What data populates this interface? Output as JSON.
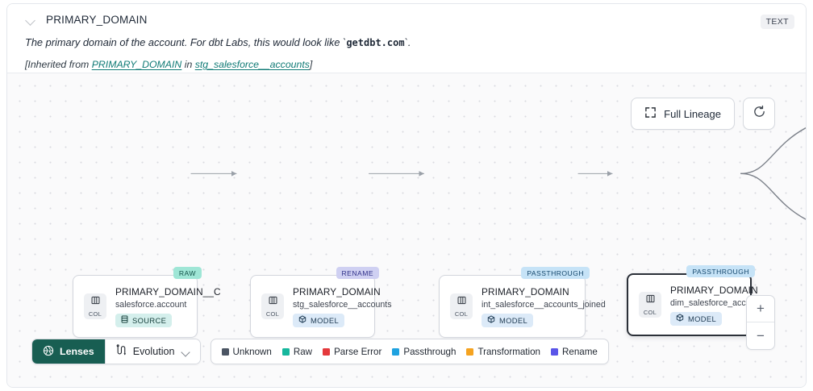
{
  "header": {
    "collapse_icon": "chevron-down-icon",
    "title": "PRIMARY_DOMAIN",
    "type_badge": "TEXT",
    "description_prefix": "The primary domain of the account. For dbt Labs, this would look like `",
    "description_code": "getdbt.com",
    "description_suffix": "`.",
    "inherited_prefix": "[Inherited from ",
    "inherited_link": "PRIMARY_DOMAIN",
    "inherited_mid": " in ",
    "inherited_link2": "stg_salesforce__accounts",
    "inherited_suffix": "]"
  },
  "controls": {
    "full_lineage_label": "Full Lineage",
    "full_lineage_icon": "expand-icon",
    "refresh_icon": "refresh-icon",
    "zoom_in": "+",
    "zoom_out": "−"
  },
  "graph": {
    "nodes": [
      {
        "tag": "RAW",
        "tag_style": "raw",
        "chip_label": "COL",
        "title": "PRIMARY_DOMAIN__C",
        "subtitle": "salesforce.account",
        "kind": "SOURCE",
        "kind_icon": "database-icon",
        "kind_style": "source",
        "selected": false
      },
      {
        "tag": "RENAME",
        "tag_style": "rename",
        "chip_label": "COL",
        "title": "PRIMARY_DOMAIN",
        "subtitle": "stg_salesforce__accounts",
        "kind": "MODEL",
        "kind_icon": "cube-icon",
        "kind_style": "model",
        "selected": false
      },
      {
        "tag": "PASSTHROUGH",
        "tag_style": "passthrough",
        "chip_label": "COL",
        "title": "PRIMARY_DOMAIN",
        "subtitle": "int_salesforce__accounts_joined",
        "kind": "MODEL",
        "kind_icon": "cube-icon",
        "kind_style": "model",
        "selected": false
      },
      {
        "tag": "PASSTHROUGH",
        "tag_style": "passthrough",
        "chip_label": "COL",
        "title": "PRIMARY_DOMAIN",
        "subtitle": "dim_salesforce_accounts",
        "kind": "MODEL",
        "kind_icon": "cube-icon",
        "kind_style": "model",
        "selected": true
      }
    ]
  },
  "toolbar": {
    "lenses_label": "Lenses",
    "lenses_icon": "aperture-icon",
    "evolution_label": "Evolution",
    "evolution_icon": "evolution-icon",
    "legend": [
      {
        "label": "Unknown",
        "color": "#4b5563"
      },
      {
        "label": "Raw",
        "color": "#16b79d"
      },
      {
        "label": "Parse Error",
        "color": "#e4393c"
      },
      {
        "label": "Passthrough",
        "color": "#1fa2e0"
      },
      {
        "label": "Transformation",
        "color": "#f5a320"
      },
      {
        "label": "Rename",
        "color": "#5a55e8"
      }
    ]
  }
}
